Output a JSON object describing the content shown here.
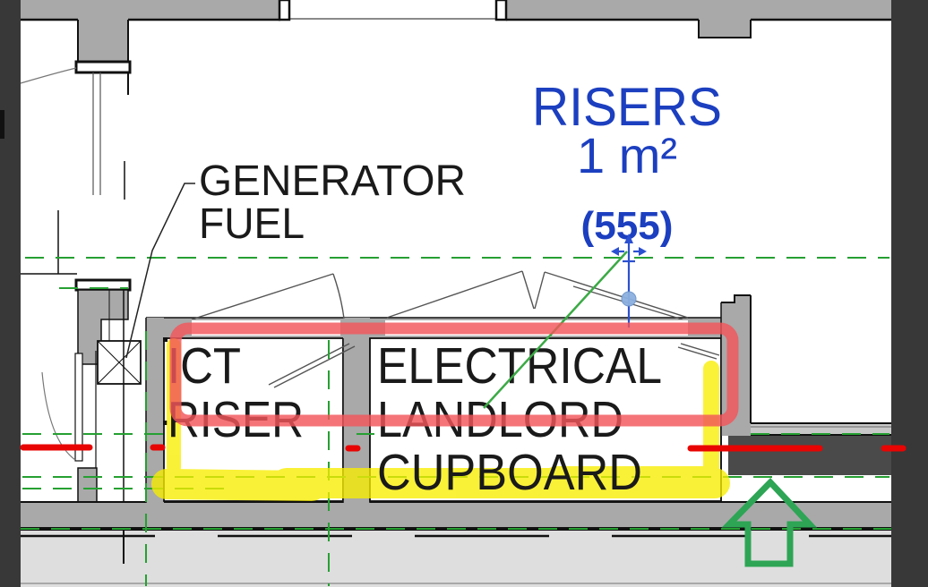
{
  "view": {
    "type": "floor-plan-crop",
    "description": "CAD plan view of riser cupboards with markup annotations"
  },
  "labels": {
    "generator": {
      "line1": "GENERATOR",
      "line2": "FUEL"
    },
    "risers": {
      "name": "RISERS",
      "area": "1 m²",
      "tag": "(555)"
    },
    "ict_riser": {
      "line1": "ICT",
      "line2": "RISER"
    },
    "electrical_cupboard": {
      "line1": "ELECTRICAL",
      "line2": "LANDLORD",
      "line3": "CUPBOARD"
    }
  },
  "icons": {
    "move_handle": "four-way-move-arrows-icon",
    "drag_point": "drag-dot",
    "direction_arrow": "up-arrow-outline"
  },
  "colors": {
    "room_tag_blue": "#1c3fc0",
    "text_black": "#1a1a1a",
    "wall_gray": "#a9a9a9",
    "floor_gray": "#dedede",
    "frame_dark": "#383838",
    "beam_dark": "#4a4a4a",
    "grid_green": "#26a032",
    "leader_green": "#3caa46",
    "arrow_green": "#2da555",
    "highlight_yellow": "#f8ee00",
    "marker_box_red": "#f2555a",
    "marker_line_red": "#e80402",
    "selection_blue": "#2b50d0",
    "drag_dot_blue": "#8cb0e0"
  }
}
